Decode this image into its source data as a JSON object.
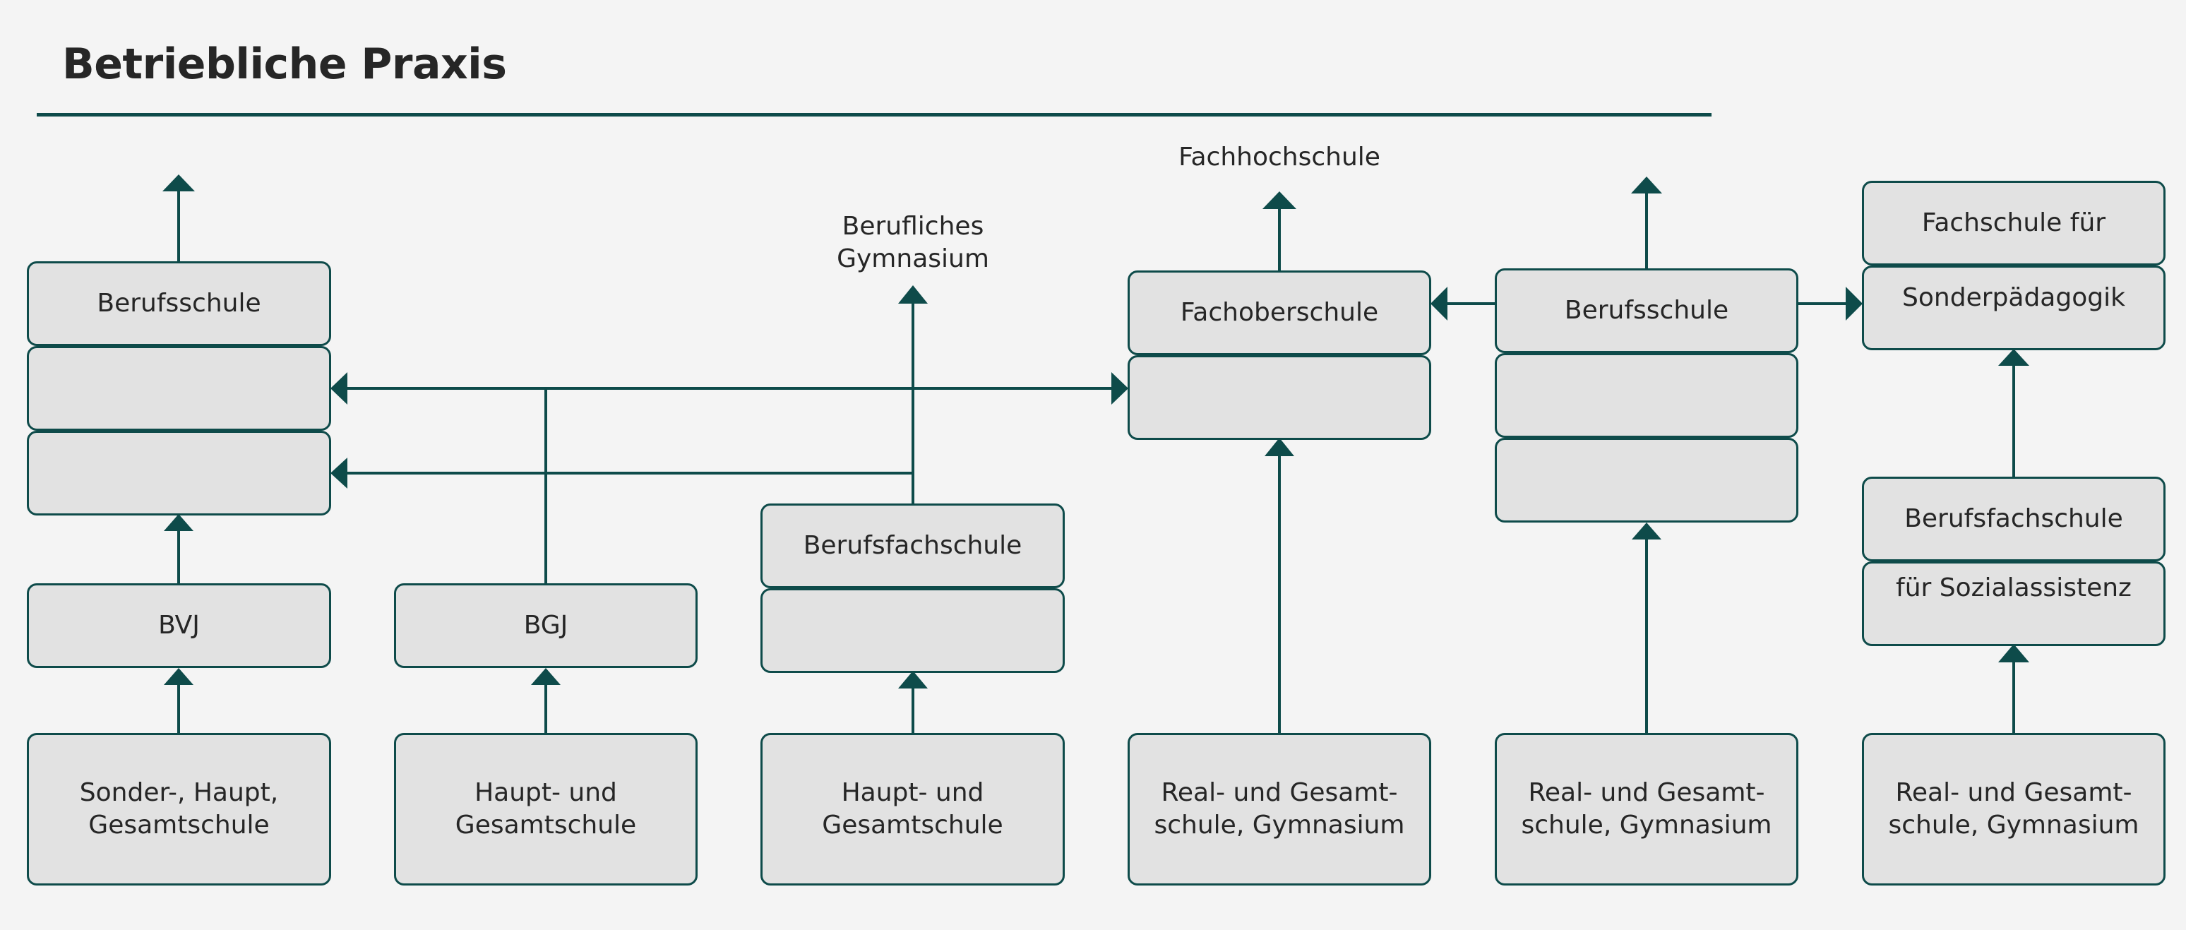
{
  "title": "Betriebliche Praxis",
  "colors": {
    "stroke": "#0e4b4a",
    "box_fill": "#e2e2e2",
    "background": "#f4f4f4",
    "text": "#262626"
  },
  "labels": {
    "berufliches_gymnasium": "Berufliches\nGymnasium",
    "fachhochschule": "Fachhochschule"
  },
  "columns": {
    "col1": {
      "berufsschule": "Berufsschule",
      "bvj": "BVJ",
      "entry": "Sonder-, Haupt,\nGesamtschule"
    },
    "col2": {
      "bgj": "BGJ",
      "entry": "Haupt- und\nGesamtschule"
    },
    "col3": {
      "berufsfachschule": "Berufsfachschule",
      "entry": "Haupt- und\nGesamtschule"
    },
    "col4": {
      "fachoberschule": "Fachoberschule",
      "entry": "Real-  und Gesamt-\nschule, Gymnasium"
    },
    "col5": {
      "berufsschule": "Berufsschule",
      "entry": "Real-  und Gesamt-\nschule, Gymnasium"
    },
    "col6": {
      "fachschule_line1": "Fachschule für",
      "fachschule_line2": "Sonderpädagogik",
      "berufsfachschule_line1": "Berufsfachschule",
      "berufsfachschule_line2": "für Sozialassistenz",
      "entry": "Real-  und Gesamt-\nschule, Gymnasium"
    }
  }
}
